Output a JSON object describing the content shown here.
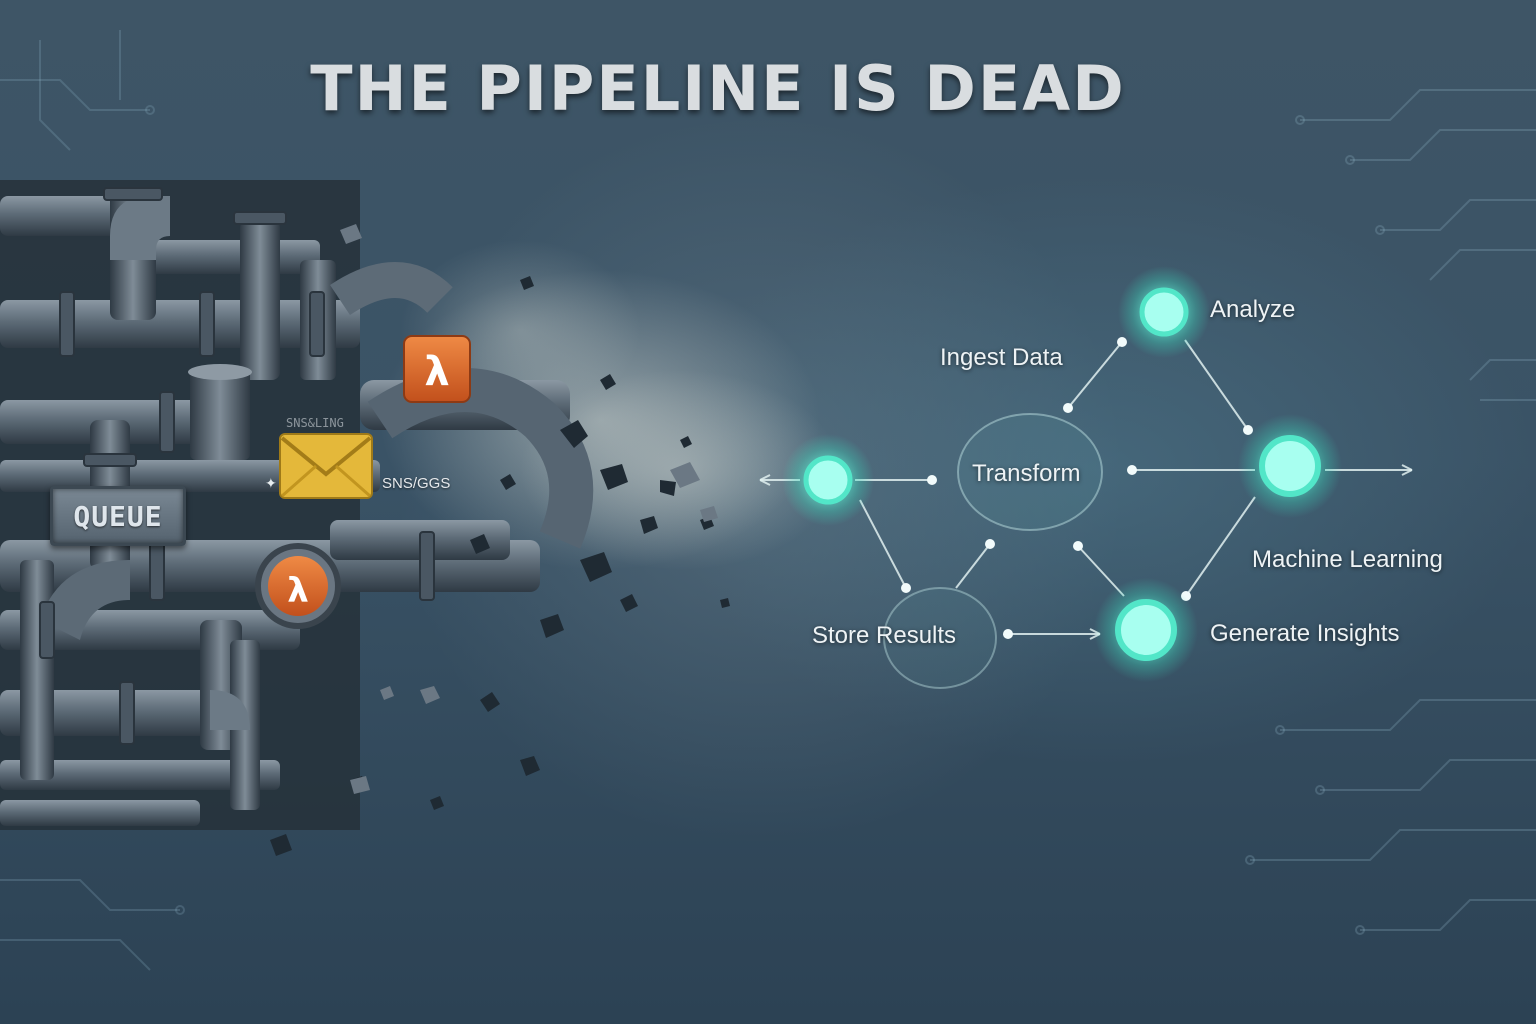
{
  "title": "THE PIPELINE IS DEAD",
  "legacy": {
    "queue_label": "QUEUE",
    "sns_label": "SNS/GGS",
    "sns_faint_label": "SNS&LING",
    "icons": [
      "lambda-icon",
      "envelope-icon",
      "lambda-icon"
    ]
  },
  "flow": {
    "nodes": {
      "ingest": "Ingest Data",
      "analyze": "Analyze",
      "transform": "Transform",
      "machine_learning": "Machine Learning",
      "store": "Store Results",
      "insights": "Generate Insights"
    }
  },
  "colors": {
    "background": "#3a5366",
    "node_glow": "#5ef2d8",
    "lambda_orange": "#d9642a",
    "envelope_yellow": "#e4b83a"
  }
}
